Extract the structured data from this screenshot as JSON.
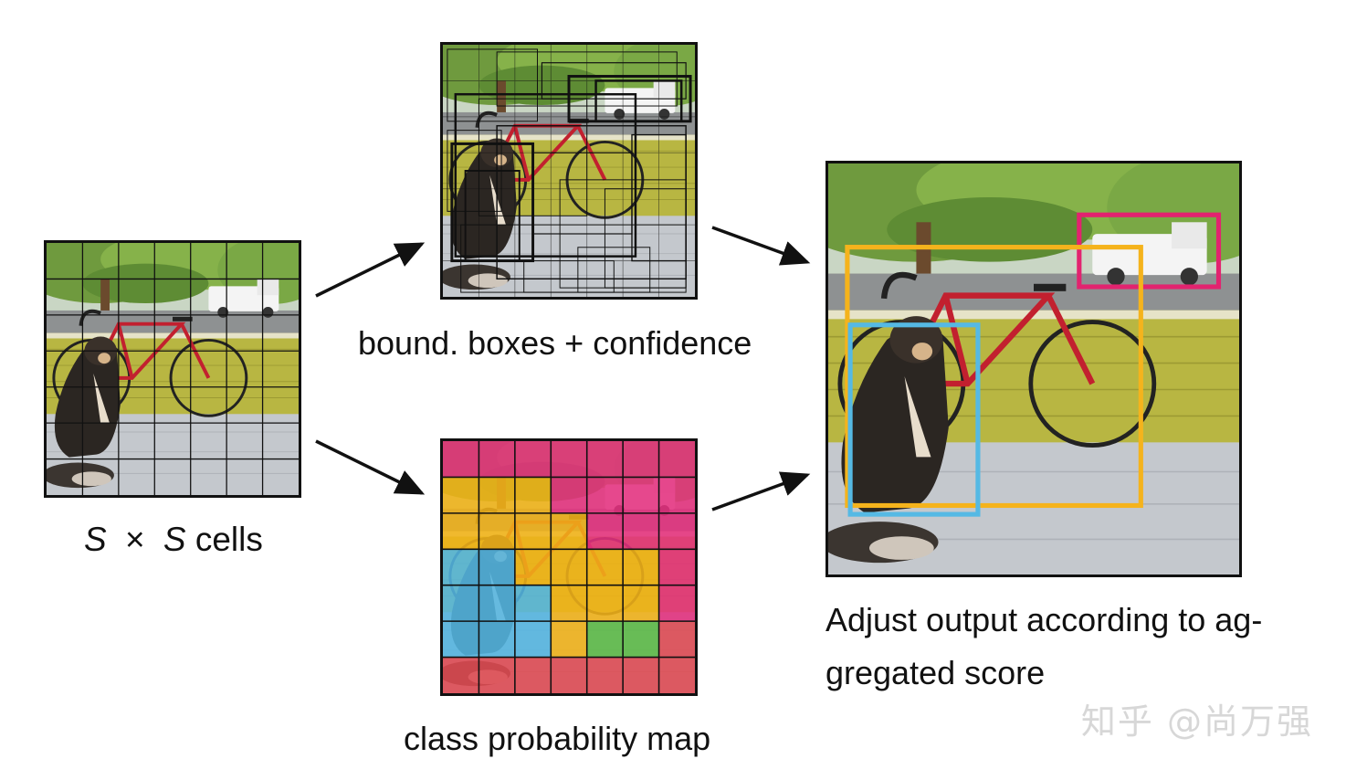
{
  "captions": {
    "grid_s1": "S",
    "grid_times": "×",
    "grid_s2": "S",
    "grid_rest": "cells",
    "boxes": "bound. boxes + confidence",
    "classmap": "class probability map",
    "output_line1": "Adjust output according to ag-",
    "output_line2": "gregated score"
  },
  "watermark": "知乎 @尚万强",
  "colors": {
    "pink": "#e5307f",
    "yellow": "#f2b318",
    "blue": "#54b6e2",
    "green": "#5bbb46",
    "red": "#e04a52",
    "box_orange": "#f5b31c",
    "box_pink": "#e2236f",
    "box_blue": "#55b9e4"
  },
  "grid_size": 7,
  "class_map": [
    [
      "pink",
      "pink",
      "pink",
      "pink",
      "pink",
      "pink",
      "pink"
    ],
    [
      "yellow",
      "yellow",
      "yellow",
      "pink",
      "pink",
      "pink",
      "pink"
    ],
    [
      "yellow",
      "yellow",
      "yellow",
      "yellow",
      "pink",
      "pink",
      "pink"
    ],
    [
      "blue",
      "blue",
      "yellow",
      "yellow",
      "yellow",
      "yellow",
      "pink"
    ],
    [
      "blue",
      "blue",
      "blue",
      "yellow",
      "yellow",
      "yellow",
      "pink"
    ],
    [
      "blue",
      "blue",
      "blue",
      "yellow",
      "green",
      "green",
      "red"
    ],
    [
      "red",
      "red",
      "red",
      "red",
      "red",
      "red",
      "red"
    ]
  ]
}
